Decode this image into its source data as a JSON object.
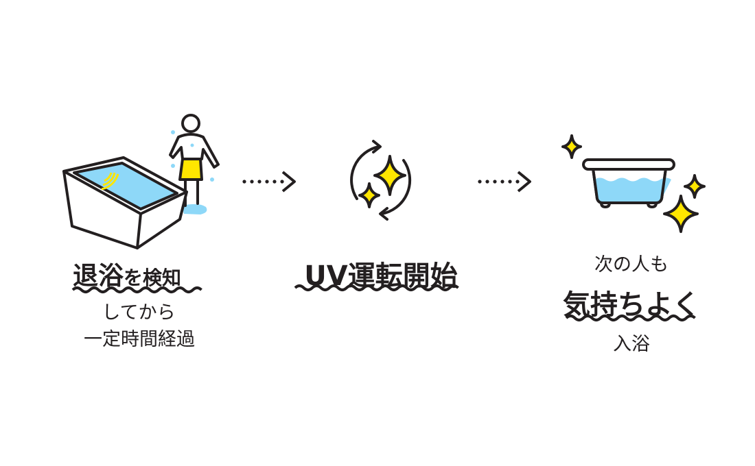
{
  "steps": [
    {
      "title_big": "退浴",
      "title_small": "を検知",
      "line2": "してから",
      "line3": "一定時間経過",
      "icon": "bathtub-person-icon"
    },
    {
      "title": "UV運転開始",
      "icon": "uv-sparkle-cycle-icon"
    },
    {
      "line1": "次の人も",
      "title": "気持ちよく",
      "line3": "入浴",
      "icon": "clean-bathtub-icon"
    }
  ],
  "arrows": [
    "dotted-arrow-icon",
    "dotted-arrow-icon"
  ],
  "colors": {
    "ink": "#231f20",
    "water": "#8ed8f8",
    "accent": "#ffe600"
  }
}
